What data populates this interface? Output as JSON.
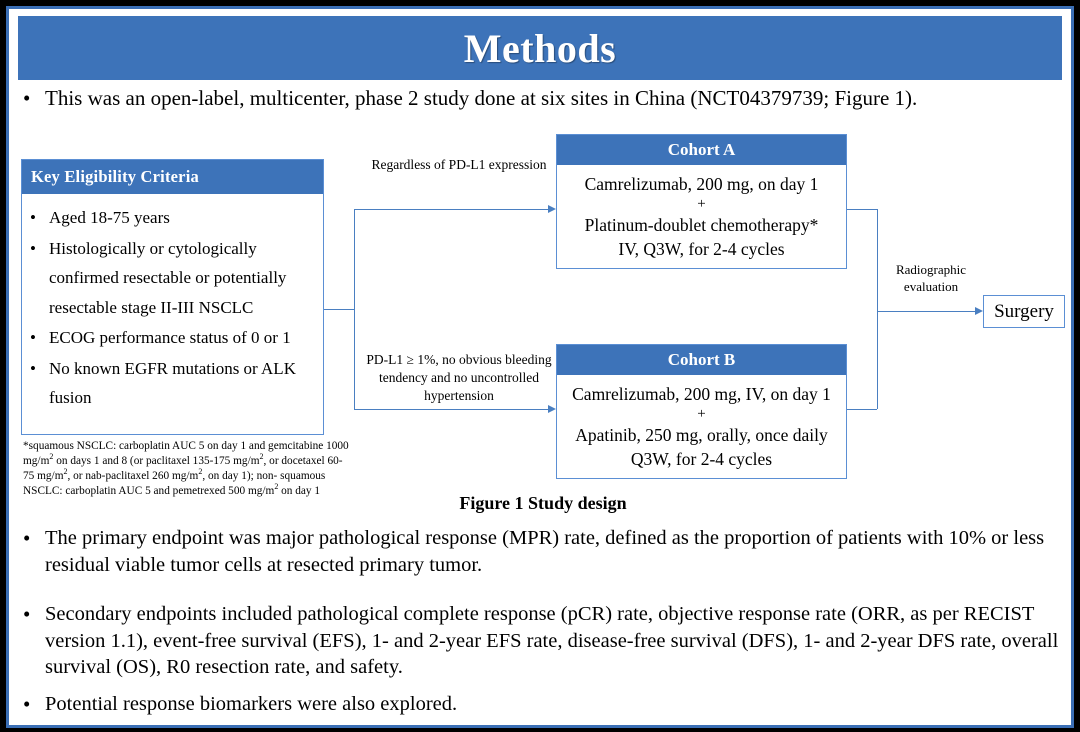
{
  "slide": {
    "title": "Methods",
    "frame_color": "#3B6FB6",
    "accent_color": "#3D73B9",
    "connector_color": "#4A7FC1"
  },
  "intro_bullet": {
    "marker": "•",
    "text": "This was an open-label, multicenter, phase 2 study done at six sites in China (NCT04379739; Figure 1)."
  },
  "flowchart": {
    "eligibility": {
      "title": "Key  Eligibility Criteria",
      "marker": "•",
      "items": [
        "Aged 18-75 years",
        "Histologically or cytologically confirmed resectable or potentially resectable stage II-III  NSCLC",
        "ECOG performance status of 0 or 1",
        "No known EGFR mutations or ALK fusion"
      ]
    },
    "footnote": {
      "line1_a": "*squamous NSCLC: carboplatin AUC 5 on day 1 and gemcitabine 1000 mg/m",
      "line1_sup": "2",
      "line1_b": " on days 1 and 8 (or",
      "line2_a": "paclitaxel 135-175 mg/m",
      "line2_sup1": "2",
      "line2_b": ", or docetaxel 60-75 mg/m",
      "line2_sup2": "2",
      "line2_c": ", or nab-paclitaxel 260 mg/m",
      "line2_sup3": "2",
      "line2_d": ", on day 1); non-",
      "line3_a": "squamous NSCLC: carboplatin AUC 5 and pemetrexed 500 mg/m",
      "line3_sup": "2",
      "line3_b": " on day 1"
    },
    "annotations": {
      "top": "Regardless  of PD-L1 expression",
      "bottom": "PD-L1 ≥ 1%, no obvious bleeding tendency  and no uncontrolled  hypertension",
      "radiographic": "Radiographic evaluation"
    },
    "cohort_a": {
      "title": "Cohort A",
      "line1": "Camrelizumab, 200 mg, on day 1",
      "plus": "+",
      "line2": "Platinum-doublet chemotherapy*",
      "line3": "IV, Q3W, for 2-4 cycles"
    },
    "cohort_b": {
      "title": "Cohort B",
      "line1": "Camrelizumab, 200 mg, IV, on day 1",
      "plus": "+",
      "line2": "Apatinib, 250 mg, orally, once daily",
      "line3": "Q3W, for 2-4 cycles"
    },
    "surgery": {
      "label": "Surgery"
    },
    "caption": "Figure 1 Study design"
  },
  "bottom_bullets": {
    "marker": "•",
    "items": [
      "The primary endpoint was major pathological response (MPR) rate, defined as the proportion of patients with 10% or less residual viable tumor cells at resected primary tumor.",
      "Secondary endpoints included pathological complete response (pCR) rate, objective response rate (ORR, as per RECIST version 1.1), event-free survival (EFS), 1- and 2-year EFS rate, disease-free survival (DFS), 1- and 2-year DFS rate, overall survival (OS), R0 resection rate, and safety.",
      "Potential response biomarkers were also explored."
    ]
  }
}
